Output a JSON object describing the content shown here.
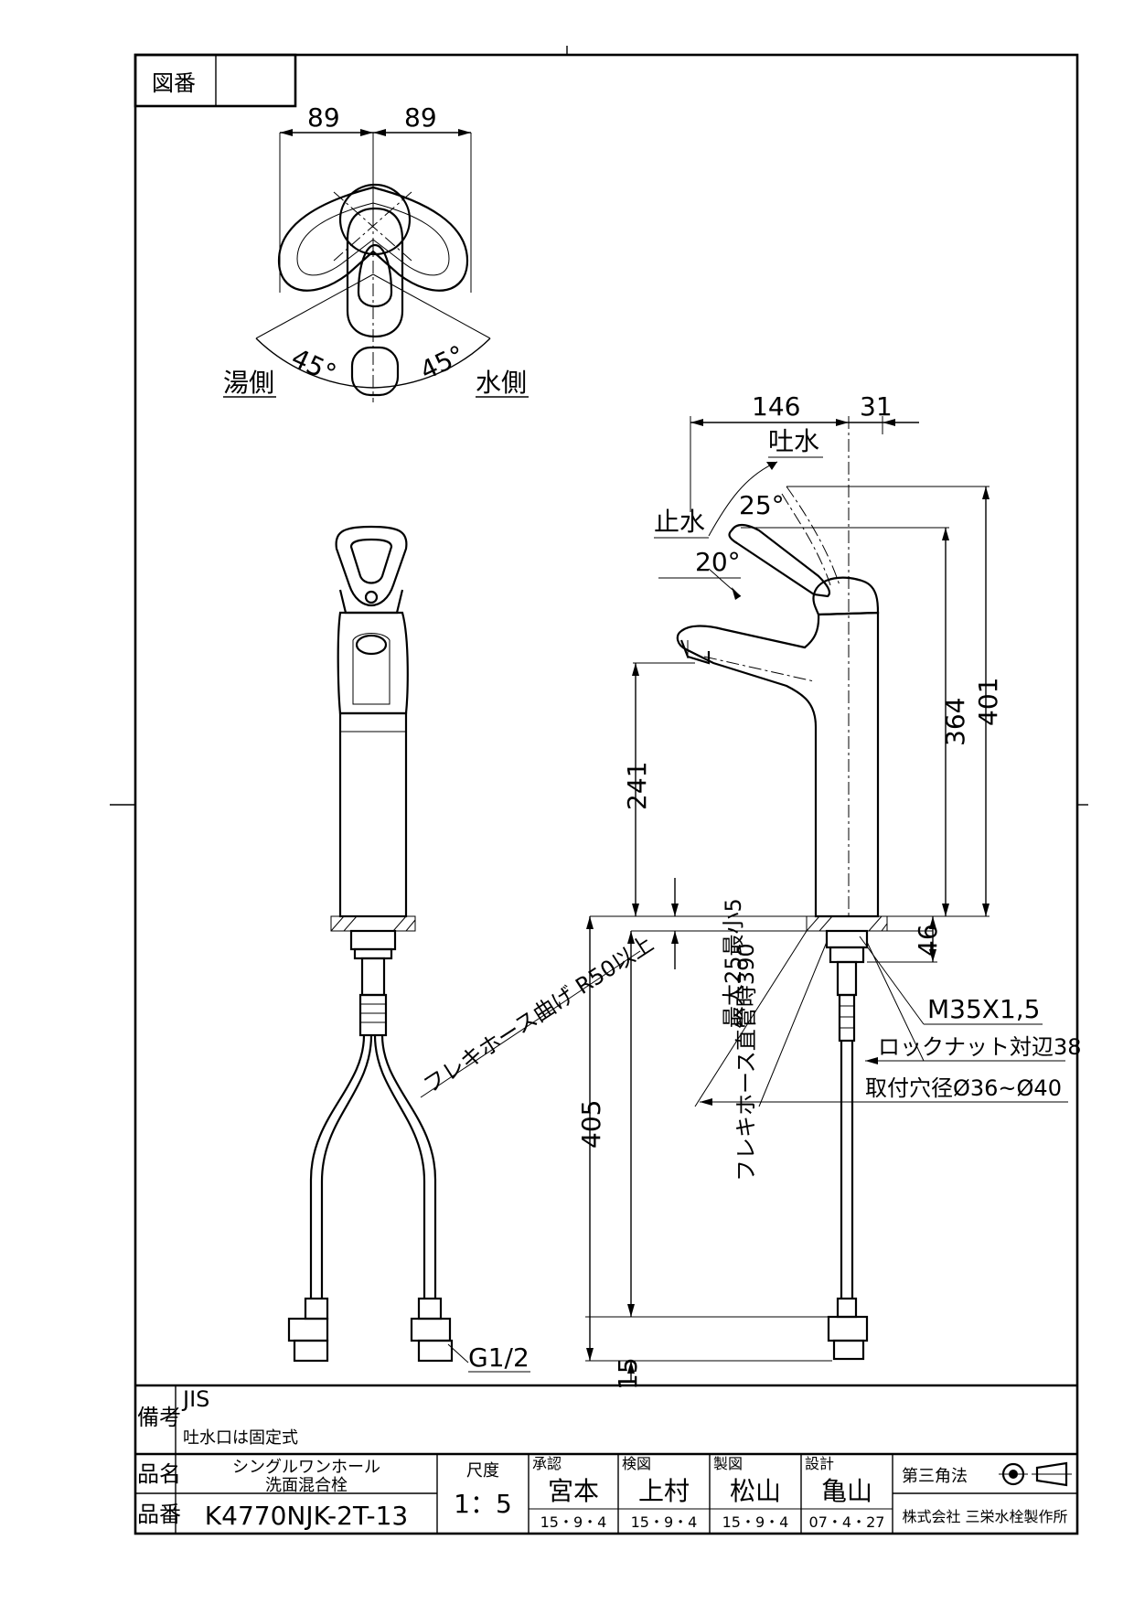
{
  "drawing_no_label": "図番",
  "drawing_no_value": "",
  "top_view": {
    "dim_left": "89",
    "dim_right": "89",
    "angle_left": "45°",
    "angle_right": "45°",
    "hot_side": "湯側",
    "cold_side": "水側"
  },
  "side_view": {
    "dim_146": "146",
    "dim_31": "31",
    "spout_on": "吐水",
    "spout_off": "止水",
    "angle_25": "25°",
    "angle_20": "20°",
    "dim_364": "364",
    "dim_401": "401",
    "dim_241": "241",
    "dim_46": "46",
    "dim_405": "405",
    "dim_15": "15",
    "max_thickness": "最大25最小5",
    "hose_length": "フレキホース直管時390",
    "thread": "M35X1,5",
    "locknut": "ロックナット対辺38",
    "mount_hole": "取付穴径Ø36~Ø40"
  },
  "front_view": {
    "hose_bend": "フレキホース曲げ R50以上",
    "connection": "G1/2"
  },
  "title_block": {
    "remarks_label": "備考",
    "remark_1": "JIS",
    "remark_2": "吐水口は固定式",
    "name_label": "品名",
    "name_line1": "シングルワンホール",
    "name_line2": "洗面混合栓",
    "number_label": "品番",
    "number_value": "K4770NJK-2T-13",
    "scale_label": "尺度",
    "scale_value": "1：5",
    "approved_label": "承認",
    "approved_name": "宮本",
    "approved_date": "15・9・4",
    "checked_label": "検図",
    "checked_name": "上村",
    "checked_date": "15・9・4",
    "drawn_label": "製図",
    "drawn_name": "松山",
    "drawn_date": "15・9・4",
    "design_label": "設計",
    "design_name": "亀山",
    "design_date": "07・4・27",
    "projection_label": "第三角法",
    "company": "株式会社 三栄水栓製作所"
  }
}
